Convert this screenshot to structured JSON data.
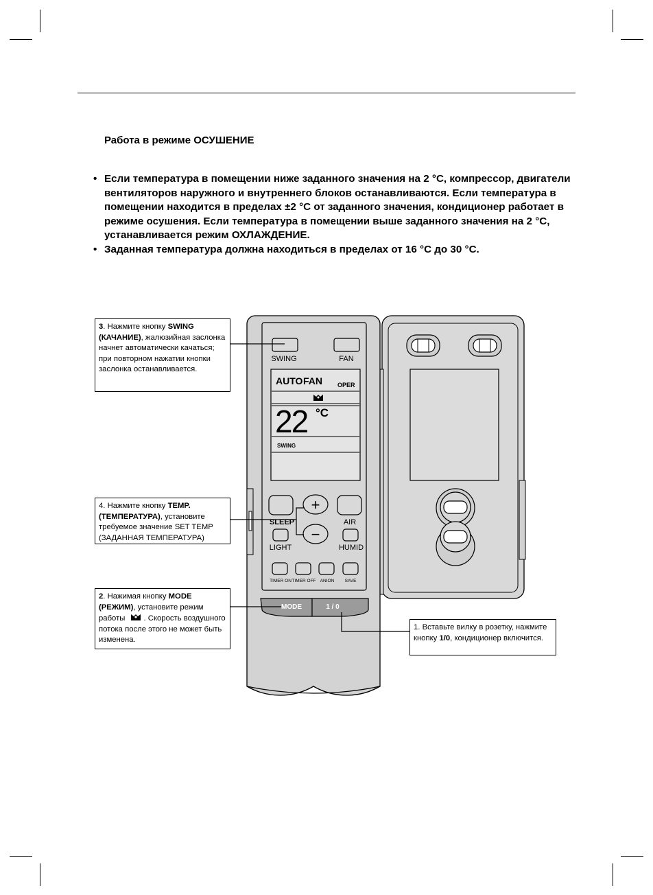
{
  "section": {
    "title": "Работа в режиме ОСУШЕНИЕ",
    "bullets": [
      "Если температура в помещении ниже заданного значения на 2 °С, компрессор, двигатели вентиляторов наружного и внутреннего блоков останавливаются. Если температура в помещении находится в пределах ±2 °С от заданного значения, кондиционер работает в режиме осушения. Если температура в помещении выше заданного значения на 2 °С, устанавливается режим ОХЛАЖДЕНИЕ.",
      "Заданная температура должна находиться в пределах от 16 °С до 30 °С."
    ]
  },
  "callouts": {
    "swing": {
      "num": "3",
      "pre": ". Нажмите кнопку ",
      "key": "SWING (КАЧАНИЕ)",
      "post": ", жалюзийная заслонка начнет автоматически качаться; при повторном нажатии кнопки заслонка останавливается."
    },
    "temp": {
      "num": "4",
      "pre": ". Нажмите кнопку ",
      "key": "TEMP. (ТЕМПЕРАТУРА)",
      "post": ", установите требуемое значение SET TEMP (ЗАДАННАЯ ТЕМПЕРАТУРА)"
    },
    "mode": {
      "num": "2",
      "pre": ". Нажимая кнопку ",
      "key": "MODE (РЕЖИМ)",
      "post1": ", установите режим работы",
      "post2": ". Скорость воздушного потока после этого не может быть изменена."
    },
    "power": {
      "num": "1",
      "pre": ". Вставьте вилку в розетку, нажмите кнопку ",
      "key": "1/0",
      "post": ", кондиционер включится."
    }
  },
  "remote": {
    "buttons": {
      "swing": "SWING",
      "fan": "FAN",
      "sleep": "SLEEP",
      "air": "AIR",
      "light": "LIGHT",
      "humid": "HUMID",
      "timer_on": "TIMER ON",
      "timer_off": "TIMER OFF",
      "anion": "ANION",
      "save": "SAVE",
      "mode": "MODE",
      "power": "1 / 0",
      "plus": "+",
      "minus": "−"
    },
    "display": {
      "auto": "AUTO",
      "fan": "FAN",
      "oper": "OPER",
      "temp": "22",
      "unit": "°C",
      "swing": "SWING"
    }
  },
  "icons": [
    "dry-mode-icon"
  ]
}
